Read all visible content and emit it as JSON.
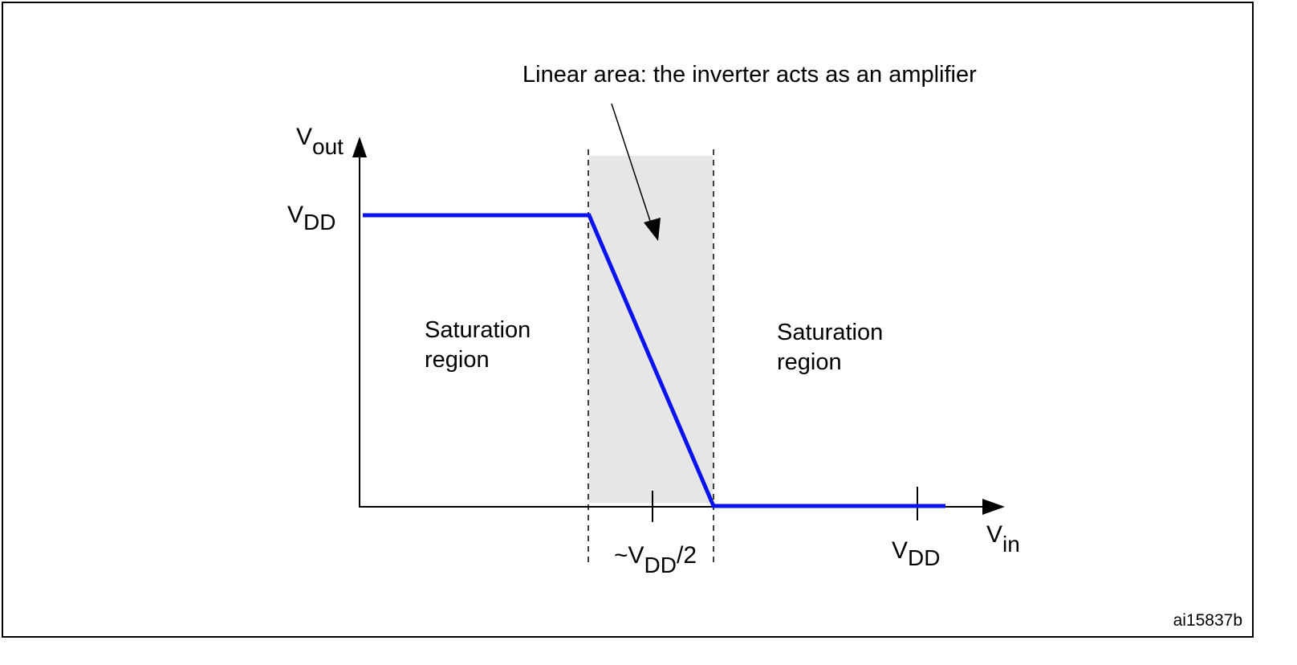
{
  "annotation": "Linear area: the inverter acts as an amplifier",
  "y_axis_label": {
    "main": "V",
    "sub": "out"
  },
  "x_axis_label": {
    "main": "V",
    "sub": "in"
  },
  "vdd_y_tick": {
    "main": "V",
    "sub": "DD"
  },
  "vdd_x_tick": {
    "main": "V",
    "sub": "DD"
  },
  "half_vdd_tick": {
    "prefix": "~V",
    "sub": "DD",
    "suffix": "/2"
  },
  "left_region": {
    "line1": "Saturation",
    "line2": "region"
  },
  "right_region": {
    "line1": "Saturation",
    "line2": "region"
  },
  "figure_id": "ai15837b",
  "colors": {
    "curve": "#0a12f0",
    "linear_area": "#e6e6e6",
    "axes": "#000000"
  }
}
